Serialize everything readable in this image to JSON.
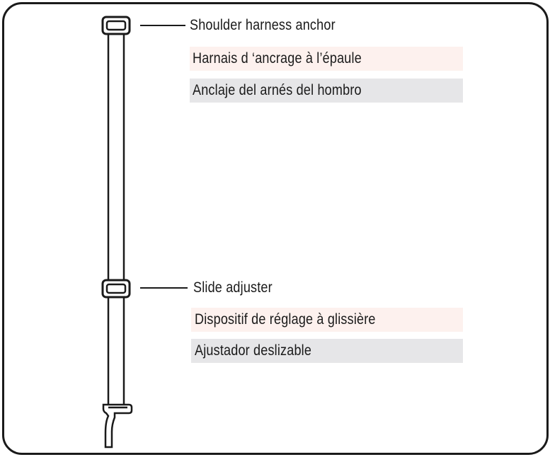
{
  "colors": {
    "french_band": "#fdf1ee",
    "spanish_band": "#e6e6e8",
    "line": "#1a1a1a"
  },
  "callouts": {
    "shoulder_anchor": {
      "en": "Shoulder harness anchor",
      "fr": "Harnais d ‘ancrage à l’épaule",
      "es": "Anclaje del arnés del hombro"
    },
    "slide_adjuster": {
      "en": "Slide adjuster",
      "fr": "Dispositif de réglage à glissière",
      "es": "Ajustador deslizable"
    }
  }
}
